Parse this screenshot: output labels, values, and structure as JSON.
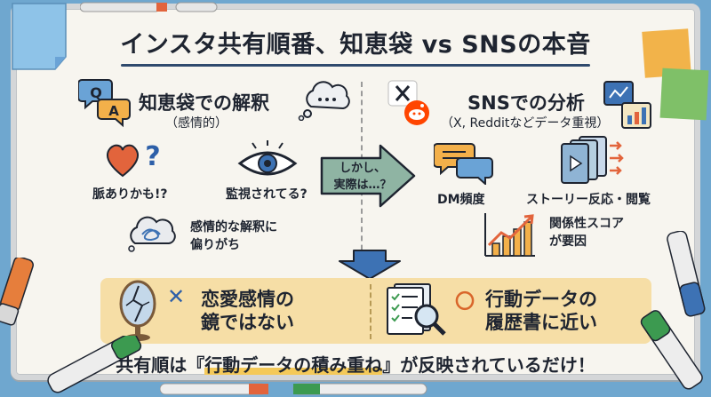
{
  "title": "インスタ共有順番、知恵袋 vs SNSの本音",
  "left": {
    "heading": "知恵袋での解釈",
    "subheading": "（感情的）",
    "items": [
      {
        "label": "脈ありかも!?",
        "icon": "heart-question-icon"
      },
      {
        "label": "監視されてる?",
        "icon": "eye-icon"
      },
      {
        "label_line1": "感情的な解釈に",
        "label_line2": "偏りがち",
        "icon": "tangled-cloud-icon"
      }
    ]
  },
  "middle": {
    "arrow_line1": "しかし、",
    "arrow_line2": "実際は…？"
  },
  "right": {
    "heading": "SNSでの分析",
    "subheading": "（X, Redditなどデータ重視）",
    "items": [
      {
        "label": "DM頻度",
        "icon": "chat-bubbles-icon"
      },
      {
        "label": "ストーリー反応・閲覧",
        "icon": "story-cards-icon"
      },
      {
        "label_line1": "関係性スコア",
        "label_line2": "が要因",
        "icon": "growth-chart-icon"
      }
    ]
  },
  "bottom": {
    "left_mark": "✕",
    "left_line1": "恋愛感情の",
    "left_line2": "鏡ではない",
    "right_mark": "〇",
    "right_line1": "行動データの",
    "right_line2": "履歴書に近い"
  },
  "conclusion": {
    "before": "共有順は『",
    "highlight": "行動データの積み重ね",
    "after": "』が反映されているだけ！"
  },
  "colors": {
    "accent_blue": "#3d72b4",
    "panel_yellow": "#f6dea6",
    "cross_blue": "#2d5fa8",
    "circle_orange": "#d9662b"
  }
}
